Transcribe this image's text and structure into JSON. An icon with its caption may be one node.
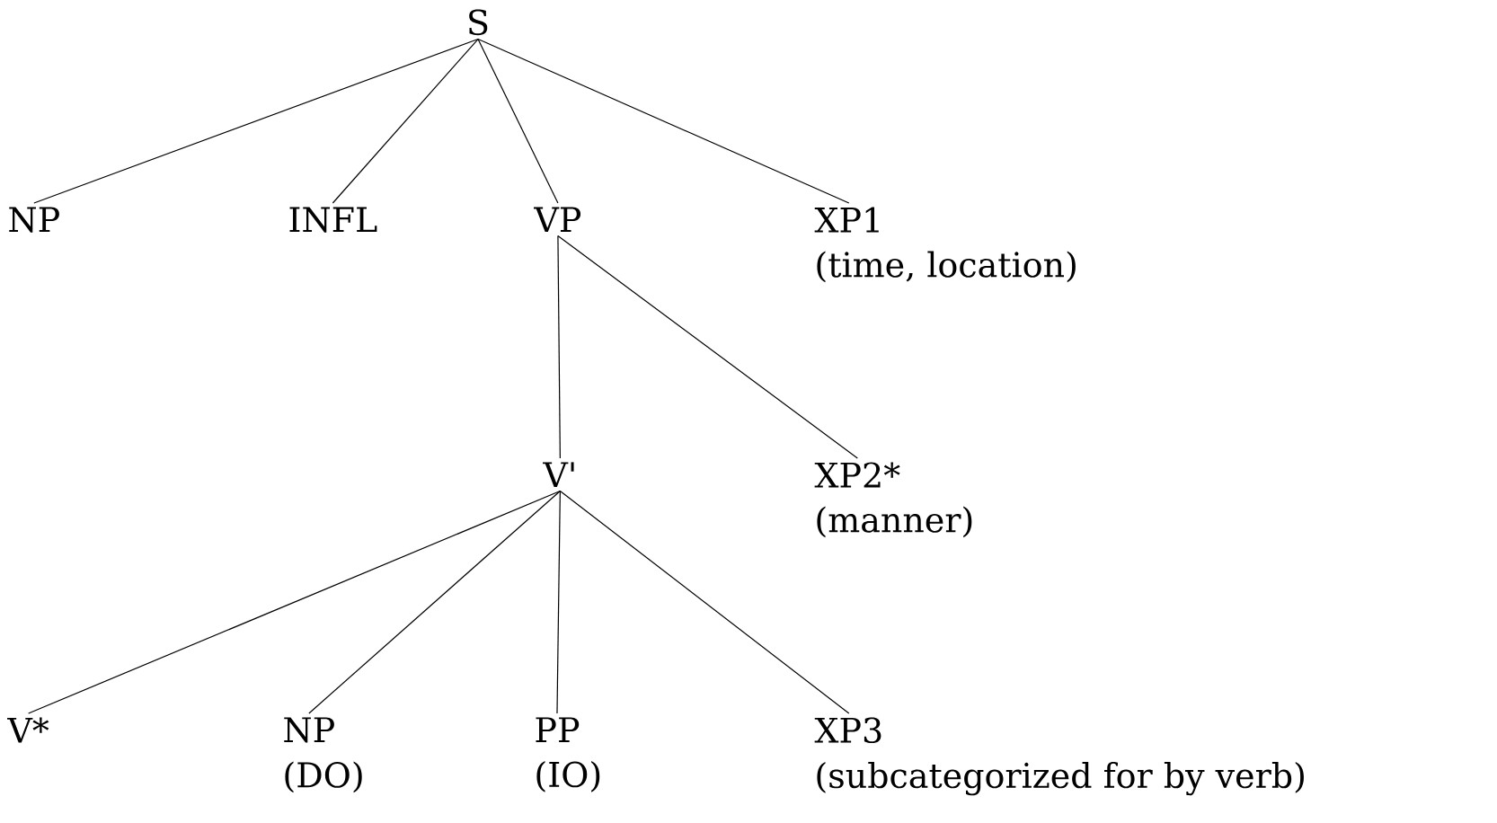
{
  "diagram": {
    "nodes": [
      {
        "text": [
          "S"
        ]
      },
      {
        "text": [
          "NP"
        ]
      },
      {
        "text": [
          "INFL"
        ]
      },
      {
        "text": [
          "VP"
        ]
      },
      {
        "text": [
          "XP1",
          "(time, location)"
        ]
      },
      {
        "text": [
          "V'"
        ]
      },
      {
        "text": [
          "XP2*",
          "(manner)"
        ]
      },
      {
        "text": [
          "V*"
        ]
      },
      {
        "text": [
          "NP",
          "(DO)"
        ]
      },
      {
        "text": [
          "PP",
          "(IO)"
        ]
      },
      {
        "text": [
          "XP3",
          "(subcategorized for by verb)"
        ]
      }
    ],
    "edges": [
      {
        "from": 0,
        "to": 1,
        "arrow": "none"
      },
      {
        "from": 0,
        "to": 2,
        "arrow": "none"
      },
      {
        "from": 0,
        "to": 3,
        "arrow": "none"
      },
      {
        "from": 0,
        "to": 4,
        "arrow": "none"
      },
      {
        "from": 3,
        "to": 5,
        "arrow": "none"
      },
      {
        "from": 3,
        "to": 6,
        "arrow": "none"
      },
      {
        "from": 5,
        "to": 7,
        "arrow": "none"
      },
      {
        "from": 5,
        "to": 8,
        "arrow": "none"
      },
      {
        "from": 5,
        "to": 9,
        "arrow": "none"
      },
      {
        "from": 5,
        "to": 10,
        "arrow": "none"
      }
    ]
  }
}
